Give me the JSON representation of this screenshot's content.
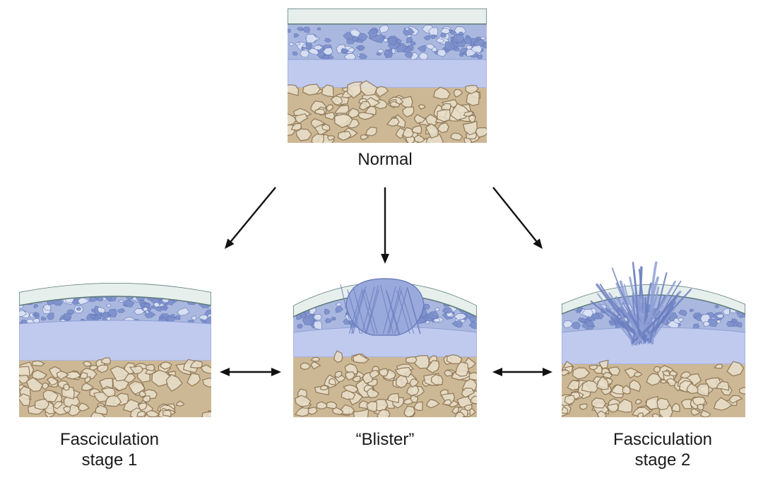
{
  "captions": {
    "normal": "Normal",
    "fasciculation_stage_1": "Fasciculation\nstage 1",
    "blister": "“Blister”",
    "fasciculation_stage_2": "Fasciculation\nstage 2"
  },
  "colors": {
    "membrane_line": "#5c7a78",
    "membrane_fill": "#e6efec",
    "layer_bg": "#aab8df",
    "blob": "#7c8fcb",
    "blob_dark": "#5f73b6",
    "band": "#c0caee",
    "band_edge": "#8f9fd6",
    "bone_bg": "#cdb896",
    "bone_pore": "#e9dfca",
    "bone_edge": "#8c7452",
    "fiber": "#6c7fbf",
    "arrow": "#111111"
  }
}
